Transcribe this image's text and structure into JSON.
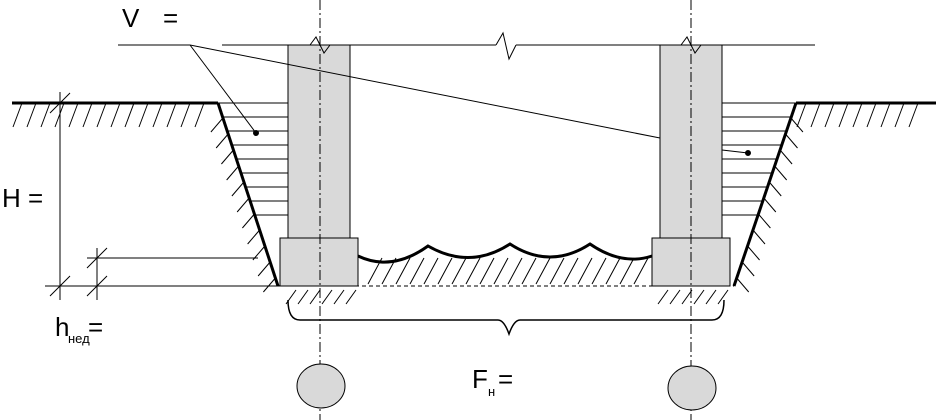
{
  "labels": {
    "volume": "V",
    "volume_eq": "=",
    "height": "H =",
    "h_main": "h",
    "h_sub": "нед",
    "h_eq": "=",
    "area_main": "F",
    "area_sub": "н",
    "area_eq": "="
  },
  "colors": {
    "line": "#000000",
    "column_fill": "#d9d9d9",
    "circle_fill": "#d9d9d9",
    "background": "#ffffff"
  }
}
